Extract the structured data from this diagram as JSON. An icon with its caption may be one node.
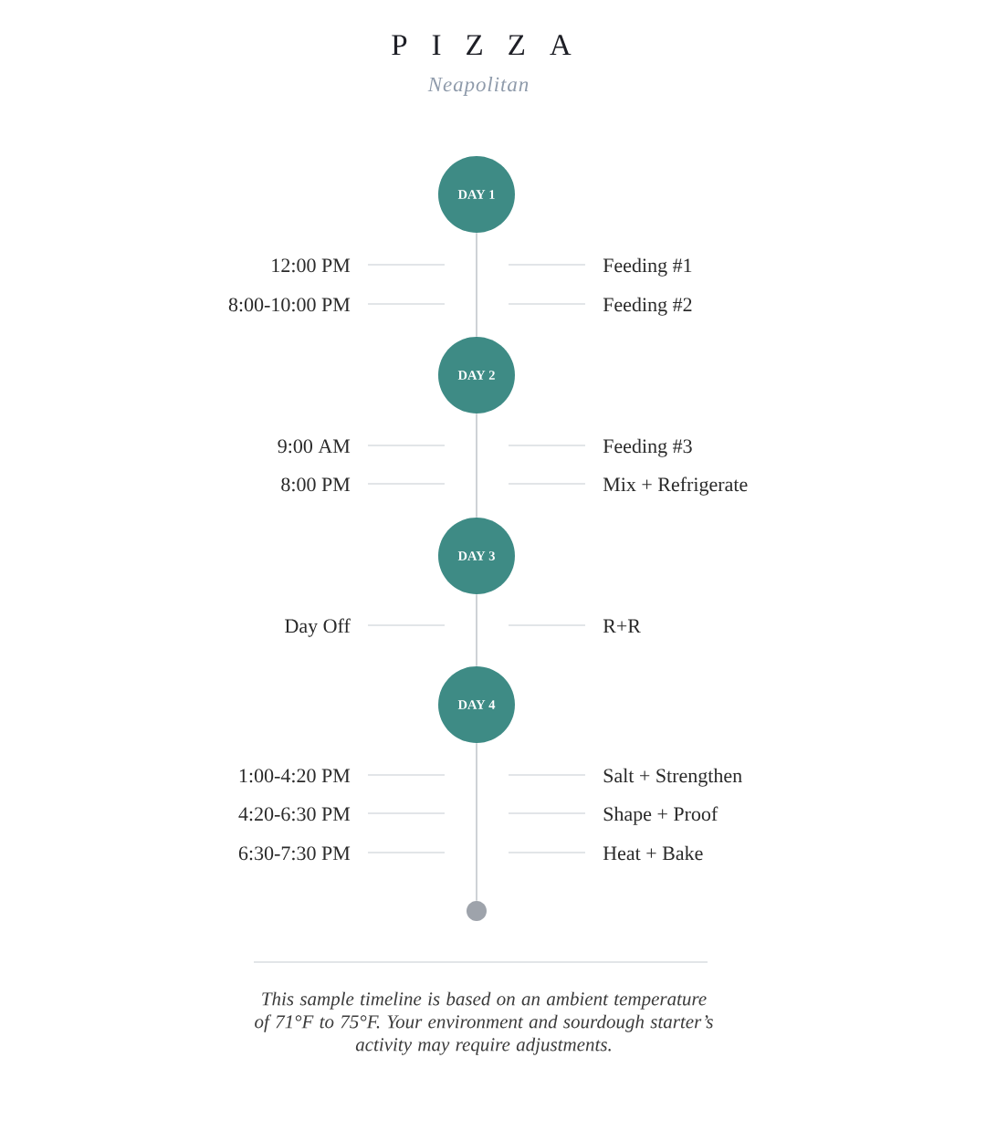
{
  "diagram": {
    "title": "P I Z Z A",
    "nodes": [
      {
        "text": [
          "DAY 1"
        ]
      },
      {
        "text": [
          "DAY 2"
        ]
      },
      {
        "text": [
          "DAY 3"
        ]
      },
      {
        "text": [
          "DAY 4"
        ]
      },
      {
        "text": [],
        "shape": "circle"
      }
    ],
    "edges": [
      {
        "from": 0,
        "to": 1,
        "arrow": "none"
      },
      {
        "from": 1,
        "to": 2,
        "arrow": "none"
      },
      {
        "from": 2,
        "to": 3,
        "arrow": "none"
      },
      {
        "from": 3,
        "to": 4,
        "arrow": "none"
      }
    ],
    "labels": [
      "Neapolitan",
      "12:00 PM",
      "Feeding #1",
      "8:00-10:00 PM",
      "Feeding #2",
      "9:00 AM",
      "Feeding #3",
      "8:00 PM",
      "Mix + Refrigerate",
      "Day Off",
      "R+R",
      "1:00-4:20 PM",
      "Salt + Strengthen",
      "4:20-6:30 PM",
      "Shape + Proof",
      "6:30-7:30 PM",
      "Heat + Bake"
    ],
    "caption": "This sample timeline is based on an ambient temperature of 71°F to 75°F. Your environment and sourdough starter’s activity may require adjustments."
  }
}
